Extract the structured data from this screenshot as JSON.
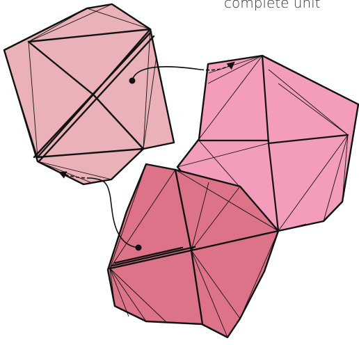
{
  "caption": "complete unit",
  "colors": {
    "unit_top_left": "#EAB2B8",
    "unit_top_right": "#F39CBC",
    "unit_bottom": "#DD7388",
    "outline": "#111111",
    "background": "#FFFFFF"
  },
  "units": [
    {
      "name": "unit-top-left",
      "color_key": "unit_top_left"
    },
    {
      "name": "unit-top-right",
      "color_key": "unit_top_right"
    },
    {
      "name": "unit-bottom",
      "color_key": "unit_bottom"
    }
  ],
  "connectors": [
    {
      "name": "connector-arrow-top",
      "from": "unit-top-left",
      "to": "unit-top-right"
    },
    {
      "name": "connector-arrow-bottom",
      "from": "unit-bottom",
      "to": "unit-top-left"
    }
  ]
}
